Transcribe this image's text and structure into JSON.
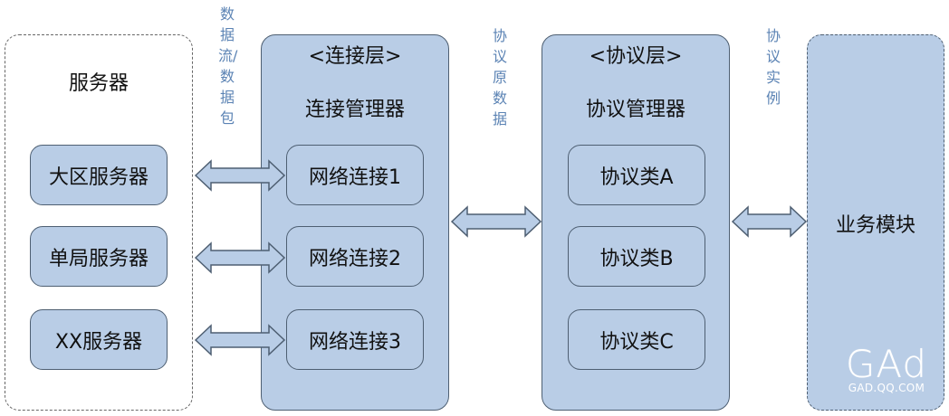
{
  "servers": {
    "title": "服务器",
    "items": [
      "大区服务器",
      "单局服务器",
      "XX服务器"
    ]
  },
  "labels": {
    "data_flow": "数据流/数据包",
    "protocol_raw": "协议原数据",
    "protocol_instance": "协议实例"
  },
  "connection_layer": {
    "header": "<连接层>",
    "title": "连接管理器",
    "items": [
      "网络连接1",
      "网络连接2",
      "网络连接3"
    ]
  },
  "protocol_layer": {
    "header": "<协议层>",
    "title": "协议管理器",
    "items": [
      "协议类A",
      "协议类B",
      "协议类C"
    ]
  },
  "business": {
    "title": "业务模块"
  },
  "watermark": {
    "logo": "GAd",
    "domain": "GAD.QQ.COM"
  },
  "colors": {
    "box_fill": "#b9cde6",
    "box_border": "#4e5f72",
    "label_text": "#5b83b4",
    "dashed_border": "#666666"
  }
}
